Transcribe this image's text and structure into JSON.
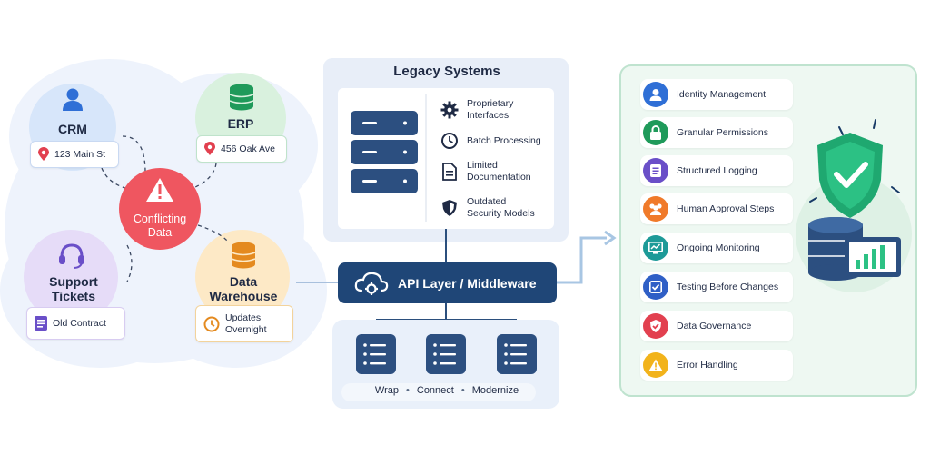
{
  "left_cluster": {
    "crm": {
      "label": "CRM",
      "chip": "123 Main St"
    },
    "erp": {
      "label": "ERP",
      "chip": "456 Oak Ave"
    },
    "conflict": {
      "line1": "Conflicting",
      "line2": "Data"
    },
    "support": {
      "line1": "Support",
      "line2": "Tickets",
      "chip": "Old Contract"
    },
    "warehouse": {
      "line1": "Data",
      "line2": "Warehouse",
      "chip_line1": "Updates",
      "chip_line2": "Overnight"
    }
  },
  "legacy": {
    "title": "Legacy Systems",
    "features": [
      {
        "line1": "Proprietary",
        "line2": "Interfaces",
        "icon": "gear-icon"
      },
      {
        "line1": "Batch Processing",
        "line2": "",
        "icon": "clock-icon"
      },
      {
        "line1": "Limited",
        "line2": "Documentation",
        "icon": "document-icon"
      },
      {
        "line1": "Outdated",
        "line2": "Security Models",
        "icon": "shield-icon"
      }
    ]
  },
  "api": {
    "label": "API Layer / Middleware"
  },
  "modernize": {
    "items": [
      "Wrap",
      "Connect",
      "Modernize"
    ]
  },
  "governance": {
    "items": [
      {
        "label": "Identity Management",
        "color": "#2f6fd6",
        "icon": "user-icon"
      },
      {
        "label": "Granular Permissions",
        "color": "#1f9a5a",
        "icon": "lock-icon"
      },
      {
        "label": "Structured Logging",
        "color": "#6a4fc8",
        "icon": "log-icon"
      },
      {
        "label": "Human Approval Steps",
        "color": "#f07a2a",
        "icon": "people-icon"
      },
      {
        "label": "Ongoing Monitoring",
        "color": "#1d9a98",
        "icon": "monitor-icon"
      },
      {
        "label": "Testing Before Changes",
        "color": "#2f5fc6",
        "icon": "checklist-icon"
      },
      {
        "label": "Data Governance",
        "color": "#e2404f",
        "icon": "shield-check-icon"
      },
      {
        "label": "Error Handling",
        "color": "#f2b31b",
        "icon": "warning-icon"
      }
    ]
  }
}
